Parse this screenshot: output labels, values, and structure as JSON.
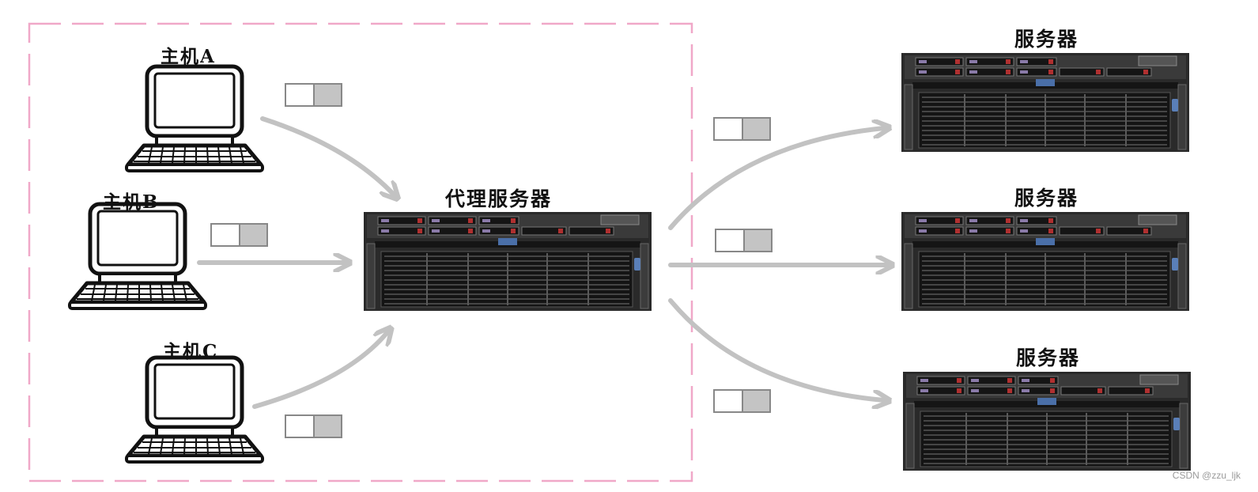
{
  "diagram": {
    "hosts": [
      {
        "id": "A",
        "label": "主机A"
      },
      {
        "id": "B",
        "label": "主机B"
      },
      {
        "id": "C",
        "label": "主机C"
      }
    ],
    "proxy": {
      "label": "代理服务器"
    },
    "servers": [
      {
        "id": "s1",
        "label": "服务器"
      },
      {
        "id": "s2",
        "label": "服务器"
      },
      {
        "id": "s3",
        "label": "服务器"
      }
    ],
    "colors": {
      "boundary": "#f0a8c8",
      "arrow": "#c2c2c2",
      "packet_border": "#888888",
      "packet_fill": "#c4c4c4"
    }
  },
  "watermark": "CSDN @zzu_ljk"
}
